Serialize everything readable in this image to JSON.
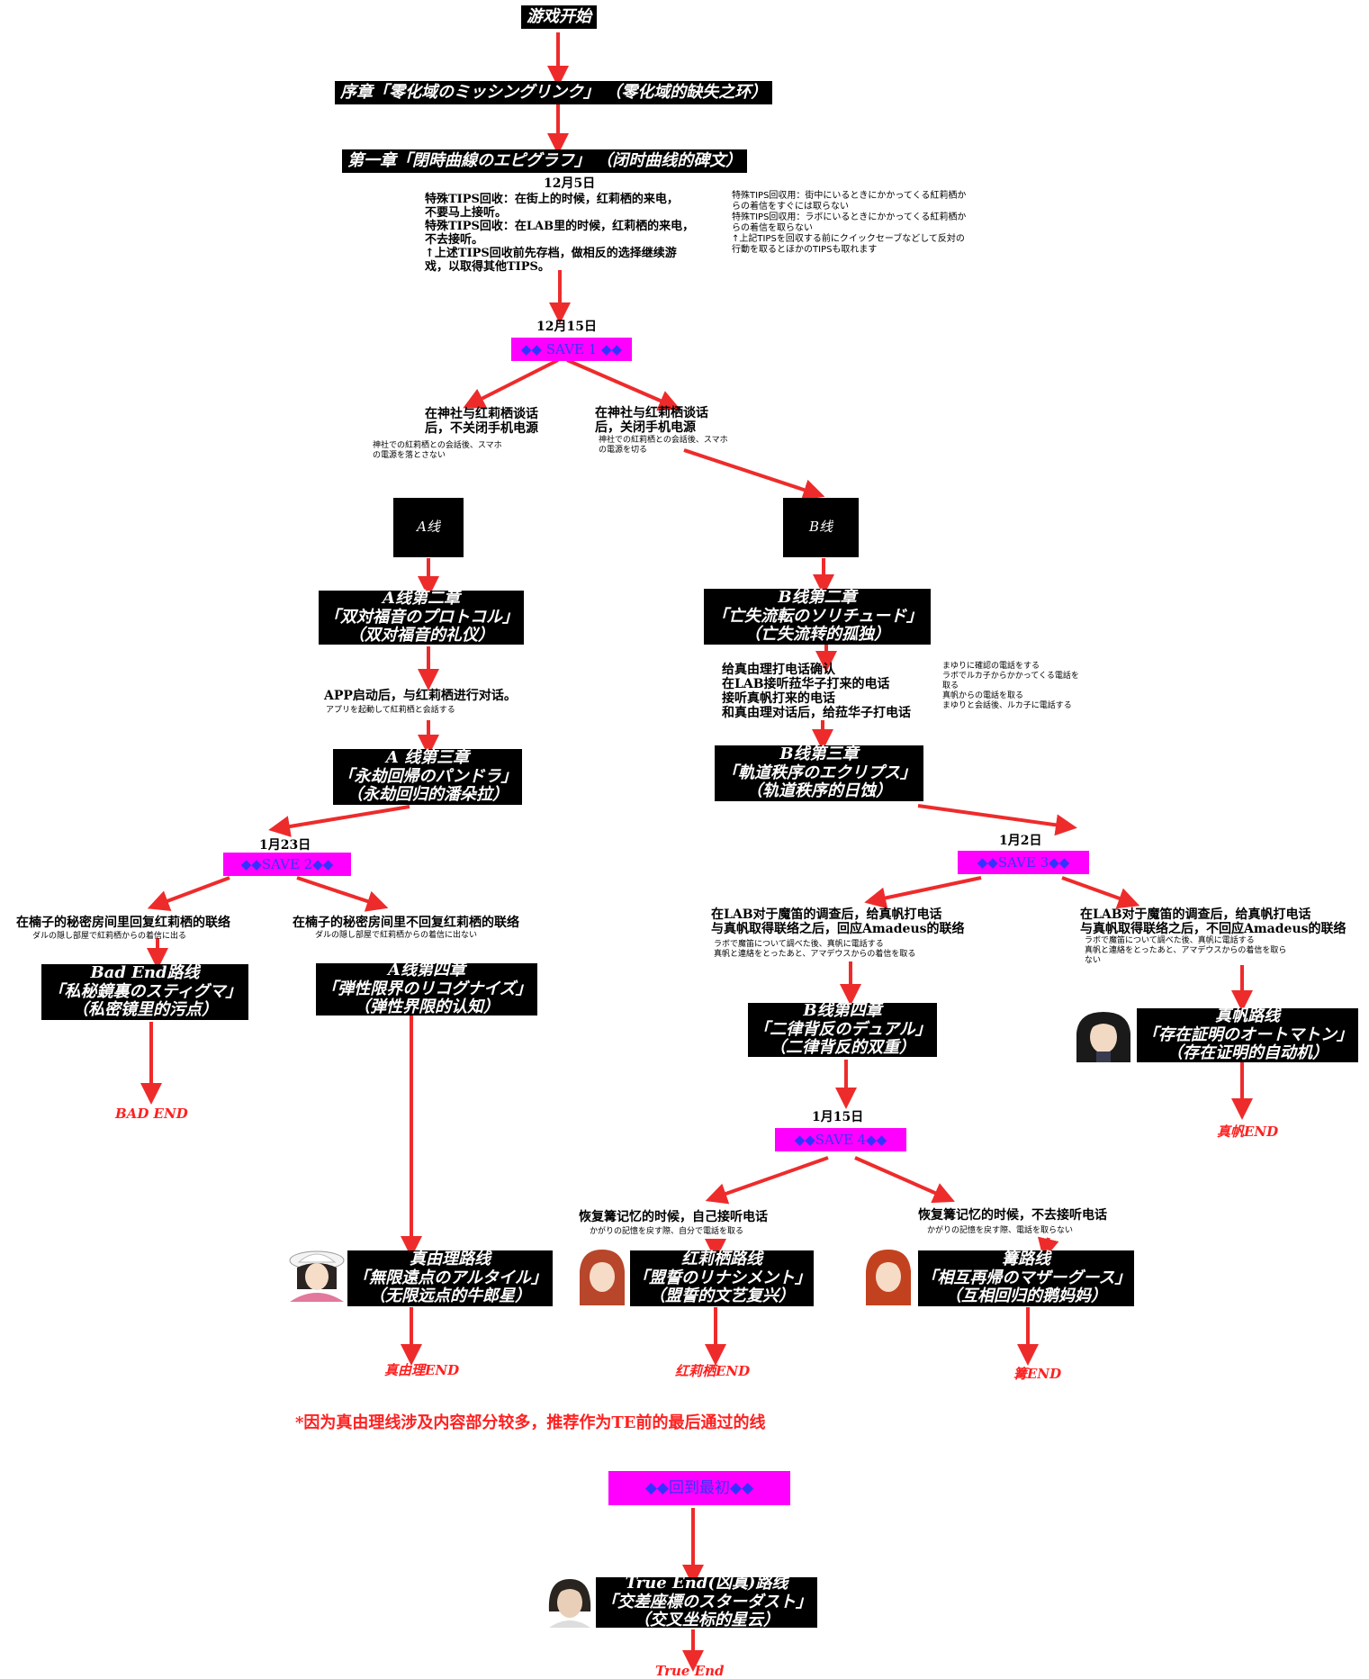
{
  "start": {
    "label": "游戏开始"
  },
  "prologue": {
    "label": "序章「零化域のミッシングリンク」 （零化域的缺失之环）"
  },
  "chapter1": {
    "label": "第一章「閉時曲線のエピグラフ」 （闭时曲线的碑文）"
  },
  "tips": {
    "date": "12月5日",
    "cn": [
      "特殊TIPS回收：在街上的时候，红莉栖的来电，",
      "不要马上接听。",
      "特殊TIPS回收：在LAB里的时候，红莉栖的来电，",
      "不去接听。",
      "↑上述TIPS回收前先存档，做相反的选择继续游",
      "戏，以取得其他TIPS。"
    ],
    "jp": [
      "特殊TIPS回収用：街中にいるときにかかってくる紅莉栖か",
      "らの着信をすぐには取らない",
      "特殊TIPS回収用：ラボにいるときにかかってくる紅莉栖か",
      "らの着信を取らない",
      "↑上記TIPSを回収する前にクイックセーブなどして反対の",
      "行動を取るとほかのTIPSも取れます"
    ]
  },
  "save1": {
    "date": "12月15日",
    "label": "SAVE 1",
    "diamond": "◆◆"
  },
  "choiceA": {
    "cn": [
      "在神社与红莉栖谈话",
      "后，不关闭手机电源"
    ],
    "jp": [
      "神社での紅莉栖との会話後、スマホ",
      "の電源を落とさない"
    ]
  },
  "choiceB": {
    "cn": [
      "在神社与红莉栖谈话",
      "后，关闭手机电源"
    ],
    "jp": [
      "神社での紅莉栖との会話後、スマホ",
      "の電源を切る"
    ]
  },
  "lineA": {
    "label": "A线"
  },
  "lineB": {
    "label": "B线"
  },
  "a2": {
    "lines": [
      "A线第二章",
      "「双対福音のプロトコル」",
      "（双对福音的礼仪）"
    ]
  },
  "b2": {
    "lines": [
      "B线第二章",
      "「亡失流転のソリチュード」",
      "（亡失流转的孤独）"
    ]
  },
  "a2cond": {
    "cn": "APP启动后，与红莉栖进行对话。",
    "jp": "アプリを起動して紅莉栖と会話する"
  },
  "b2cond": {
    "cn": [
      "给真由理打电话确认",
      "在LAB接听菈华子打来的电话",
      "接听真帆打来的电话",
      "和真由理对话后，给菈华子打电话"
    ],
    "jp": [
      "まゆりに確認の電話をする",
      "ラボでルカ子からかかってくる電話を",
      "取る",
      "真帆からの電話を取る",
      "まゆりと会話後、ルカ子に電話する"
    ]
  },
  "a3": {
    "lines": [
      "A 线第三章",
      "「永劫回帰のパンドラ」",
      "（永劫回归的潘朵拉）"
    ]
  },
  "b3": {
    "lines": [
      "B线第三章",
      "「軌道秩序のエクリプス」",
      "（轨道秩序的日蚀）"
    ]
  },
  "save2": {
    "date": "1月23日",
    "label": "SAVE 2",
    "diamond": "◆◆"
  },
  "save3": {
    "date": "1月2日",
    "label": "SAVE 3",
    "diamond": "◆◆"
  },
  "choiceBadEnd": {
    "cn": "在楠子的秘密房间里回复红莉栖的联络",
    "jp": "ダルの隠し部屋で紅莉栖からの着信に出る"
  },
  "choiceA4": {
    "cn": "在楠子的秘密房间里不回复红莉栖的联络",
    "jp": "ダルの隠し部屋で紅莉栖からの着信に出ない"
  },
  "choiceB4": {
    "cn": [
      "在LAB对于魔笛的调查后，给真帆打电话",
      "与真帆取得联络之后，回应Amadeus的联络"
    ],
    "jp": [
      "ラボで魔笛について調べた後、真帆に電話する",
      "真帆と連絡をとったあと、アマデウスからの着信を取る"
    ]
  },
  "choiceMaho": {
    "cn": [
      "在LAB对于魔笛的调查后，给真帆打电话",
      "与真帆取得联络之后，不回应Amadeus的联络"
    ],
    "jp": [
      "ラボで魔笛について調べた後、真帆に電話する",
      "真帆と連絡をとったあと、アマデウスからの着信を取ら",
      "ない"
    ]
  },
  "badroute": {
    "lines": [
      "Bad End路线",
      "「私秘鏡裏のスティグマ」",
      "（私密镜里的污点）"
    ]
  },
  "a4": {
    "lines": [
      "A线第四章",
      "「弾性限界のリコグナイズ」",
      "（弹性界限的认知）"
    ]
  },
  "b4": {
    "lines": [
      "B线第四章",
      "「二律背反のデュアル」",
      "（二律背反的双重）"
    ]
  },
  "maho": {
    "lines": [
      "真帆路线",
      "「存在証明のオートマトン」",
      "（存在证明的自动机）"
    ]
  },
  "save4": {
    "date": "1月15日",
    "label": "SAVE 4",
    "diamond": "◆◆"
  },
  "choiceKurisu": {
    "cn": "恢复篝记忆的时候，自己接听电话",
    "jp": "かがりの記憶を戻す際、自分で電話を取る"
  },
  "choiceKagari": {
    "cn": "恢复篝记忆的时候，不去接听电话",
    "jp": "かがりの記憶を戻す際、電話を取らない"
  },
  "mayuri": {
    "lines": [
      "真由理路线",
      "「無限遠点のアルタイル」",
      "（无限远点的牛郎星）"
    ]
  },
  "kurisu": {
    "lines": [
      "红莉栖路线",
      "「盟誓のリナシメント」",
      "（盟誓的文艺复兴）"
    ]
  },
  "kagari": {
    "lines": [
      "篝路线",
      "「相互再帰のマザーグース」",
      "（互相回归的鹅妈妈）"
    ]
  },
  "ends": {
    "bad": "BAD END",
    "maho": "真帆END",
    "mayuri": "真由理END",
    "kurisu": "红莉栖END",
    "kagari": "篝END",
    "true": "True End"
  },
  "note": "*因为真由理线涉及内容部分较多，推荐作为TE前的最后通过的线",
  "back": {
    "label": "回到最初",
    "diamond": "◆◆"
  },
  "trueroute": {
    "lines": [
      "True End(凶真)路线",
      "「交差座標のスターダスト」",
      "（交叉坐标的星云）"
    ]
  },
  "colors": {
    "arrow": "#ee2b2b",
    "box": "#000000",
    "save_bg": "#ff00ff",
    "save_text": "#3333ff",
    "end": "#ff2020"
  }
}
